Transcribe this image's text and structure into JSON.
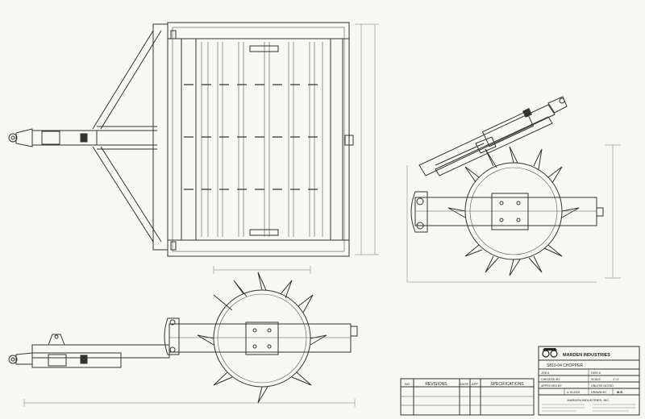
{
  "title_block": {
    "company": "MARDEN INDUSTRIES",
    "drawing_title": "S810-04 CHOPPER",
    "job_label": "JOB #",
    "dwg_label": "DWG #",
    "checked_label": "CHECKED BY",
    "scale_label": "SCALE",
    "scale_value": "1\"=1'",
    "approved_label": "APPROVED BY",
    "unless_label": "UNLESS NOTED",
    "date_value": "4-15-2002",
    "drawn_label": "DRAWN BY",
    "drawn_value": "M.E.",
    "address_company": "MARDEN INDUSTRIES, INC."
  },
  "revisions": {
    "col_no": "NO",
    "col_revisions": "REVISIONS",
    "col_date": "DATE",
    "col_app": "APP",
    "col_specifications": "SPECIFICATIONS"
  },
  "logo_icon": "marden-roller-logo-icon"
}
